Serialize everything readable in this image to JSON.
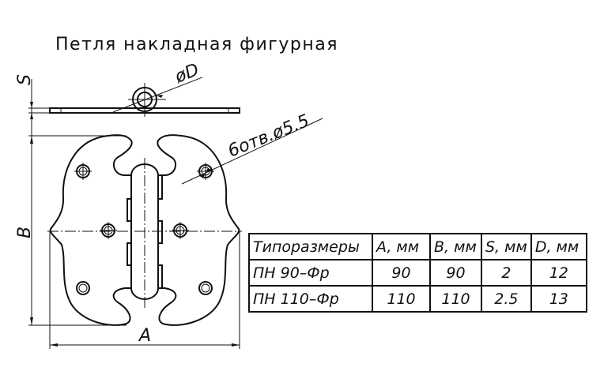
{
  "title": "Петля накладная фигурная",
  "dimensions": {
    "s": "S",
    "d": "øD",
    "b": "B",
    "a": "A",
    "holes": "6отв.ø5.5"
  },
  "table": {
    "headers": [
      "Типоразмеры",
      "A, мм",
      "B, мм",
      "S, мм",
      "D, мм"
    ],
    "rows": [
      [
        "ПН 90–Фр",
        "90",
        "90",
        "2",
        "12"
      ],
      [
        "ПН 110–Фр",
        "110",
        "110",
        "2.5",
        "13"
      ]
    ]
  }
}
